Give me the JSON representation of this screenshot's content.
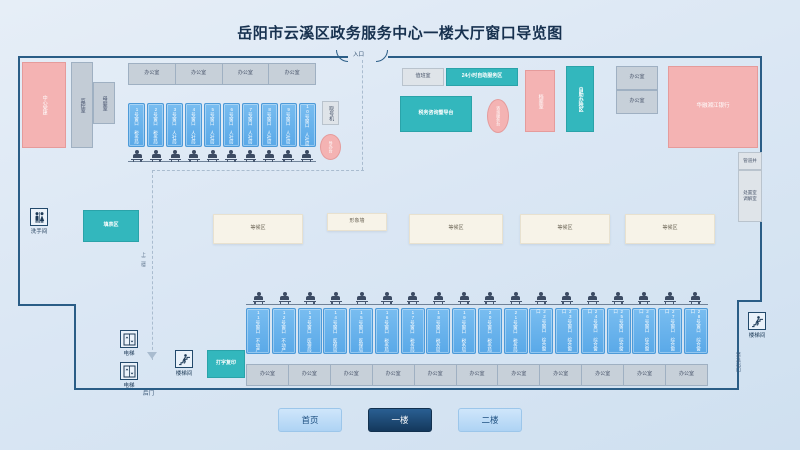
{
  "title": "岳阳市云溪区政务服务中心一楼大厅窗口导览图",
  "labels": {
    "entrance": "入口",
    "back_door": "后门",
    "emergency_exit": "紧急出口",
    "stairs": "楼梯间",
    "elevator": "电梯",
    "restroom": "洗手间",
    "up_to_second_floor": "上二楼"
  },
  "top_left_rooms": [
    {
      "name": "中心党建",
      "type": "pink",
      "orientation": "vertical"
    },
    {
      "name": "监控室",
      "type": "grey",
      "orientation": "vertical"
    },
    {
      "name": "母婴室",
      "type": "grey",
      "orientation": "vertical"
    }
  ],
  "top_offices": [
    "办公室",
    "办公室",
    "办公室",
    "办公室"
  ],
  "top_counters": [
    {
      "no": "1号窗口",
      "dept": "税务局"
    },
    {
      "no": "2号窗口",
      "dept": "税务局"
    },
    {
      "no": "3号窗口",
      "dept": "人社局"
    },
    {
      "no": "4号窗口",
      "dept": "人社局"
    },
    {
      "no": "5号窗口",
      "dept": "人社局"
    },
    {
      "no": "6号窗口",
      "dept": "人社局"
    },
    {
      "no": "7号窗口",
      "dept": "人社局"
    },
    {
      "no": "8号窗口",
      "dept": "人社局"
    },
    {
      "no": "9号窗口",
      "dept": "人社局"
    },
    {
      "no": "10号窗口",
      "dept": "人社局"
    }
  ],
  "ticket_machine": "取号机",
  "guide_desk": "导办台",
  "center_zones": {
    "duty_room": "值班室",
    "self_service_24h": "24小时自助服务区",
    "tax_consult_desk": "税务咨询暨导台",
    "consult_oval": "咨询服务台",
    "archive_room": "档案室",
    "self_service_area": "自助办税区"
  },
  "right_rooms": {
    "offices": [
      "办公室",
      "办公室"
    ],
    "bank": "华融湘江银行",
    "pipe_shaft": "管道井",
    "mediation": "处置室\n调解室"
  },
  "mid_zones": [
    {
      "name": "填表区",
      "type": "teal"
    },
    {
      "name": "等候区",
      "type": "cream"
    },
    {
      "name": "形象墙",
      "type": "cream"
    },
    {
      "name": "等候区",
      "type": "cream"
    },
    {
      "name": "等候区",
      "type": "cream"
    },
    {
      "name": "等候区",
      "type": "cream"
    }
  ],
  "copy_shop": "打字复印",
  "bottom_counters": [
    {
      "no": "11号窗口",
      "dept": "不动产"
    },
    {
      "no": "12号窗口",
      "dept": "不动产"
    },
    {
      "no": "13号窗口",
      "dept": "医保局"
    },
    {
      "no": "14号窗口",
      "dept": "医保局"
    },
    {
      "no": "15号窗口",
      "dept": "医保局"
    },
    {
      "no": "16号窗口",
      "dept": "税务局"
    },
    {
      "no": "17号窗口",
      "dept": "税务局"
    },
    {
      "no": "18号窗口",
      "dept": "税务局"
    },
    {
      "no": "19号窗口",
      "dept": "税务局"
    },
    {
      "no": "20号窗口",
      "dept": "税务局"
    },
    {
      "no": "21号窗口",
      "dept": "税务局"
    },
    {
      "no": "22号窗口",
      "dept": "综合窗口"
    },
    {
      "no": "23号窗口",
      "dept": "综合窗口"
    },
    {
      "no": "24号窗口",
      "dept": "综合窗口"
    },
    {
      "no": "25号窗口",
      "dept": "综合窗口"
    },
    {
      "no": "26号窗口",
      "dept": "综合窗口"
    },
    {
      "no": "27号窗口",
      "dept": "综合窗口"
    },
    {
      "no": "28号窗口",
      "dept": "综合窗口"
    }
  ],
  "bottom_offices": [
    "办公室",
    "办公室",
    "办公室",
    "办公室",
    "办公室",
    "办公室",
    "办公室",
    "办公室",
    "办公室",
    "办公室",
    "办公室"
  ],
  "nav": [
    {
      "label": "首页",
      "active": false
    },
    {
      "label": "一楼",
      "active": true
    },
    {
      "label": "二楼",
      "active": false
    }
  ],
  "colors": {
    "accent_counter": "#5aa9e8",
    "teal": "#33b7bd",
    "pink": "#f4b3b3",
    "outline": "#2a5d86",
    "nav_active": "#14385c"
  }
}
